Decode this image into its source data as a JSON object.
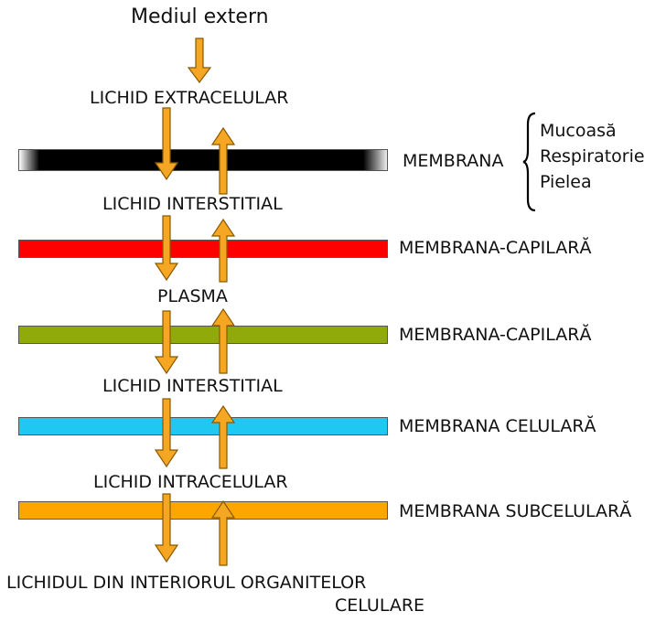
{
  "title": "Mediul extern",
  "levels": [
    "LICHID EXTRACELULAR",
    "LICHID INTERSTITIAL",
    "PLASMA",
    "LICHID INTERSTITIAL",
    "LICHID INTRACELULAR"
  ],
  "bottom": {
    "line1": "LICHIDUL DIN INTERIORUL ORGANITELOR",
    "line2": "CELULARE"
  },
  "membranes": [
    {
      "label": "MEMBRANA",
      "color": "#000000"
    },
    {
      "label": "MEMBRANA-CAPILARĂ",
      "color": "#ff0000"
    },
    {
      "label": "MEMBRANA-CAPILARĂ",
      "color": "#8faa0a"
    },
    {
      "label": "MEMBRANA CELULARĂ",
      "color": "#1fc8f0"
    },
    {
      "label": "MEMBRANA SUBCELULARĂ",
      "color": "#ffa500"
    }
  ],
  "brace_items": [
    "Mucoasă",
    "Respiratorie",
    "Pielea"
  ],
  "arrow_color": "#f5a623"
}
